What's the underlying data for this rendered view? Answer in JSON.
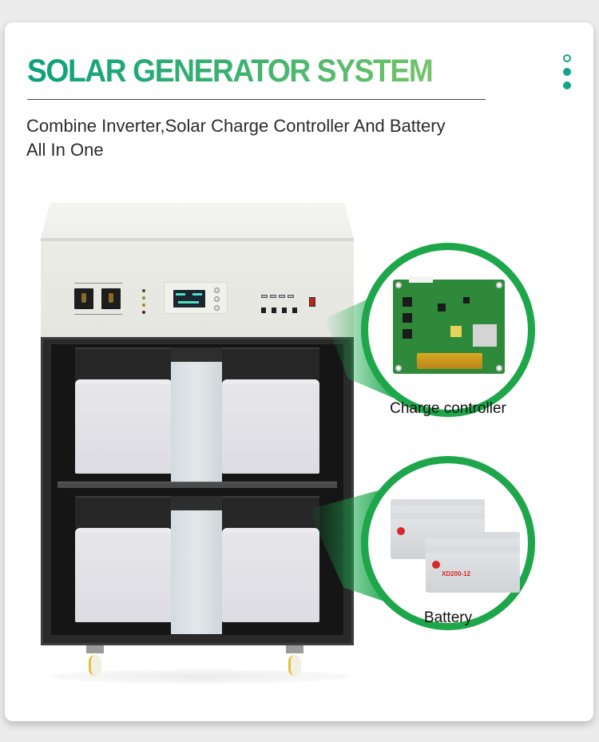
{
  "header": {
    "title": "SOLAR GENERATOR SYSTEM",
    "subtitle_line1": "Combine Inverter,Solar Charge Controller And Battery",
    "subtitle_line2": "All In One"
  },
  "pagination_dots": [
    {
      "state": "active-outline"
    },
    {
      "state": "filled"
    },
    {
      "state": "filled"
    }
  ],
  "callouts": [
    {
      "label": "Charge controller",
      "image": "charge-controller-pcb"
    },
    {
      "label": "Battery",
      "image": "battery-stack",
      "battery_model": "XD200-12"
    }
  ],
  "colors": {
    "title_gradient_start": "#0aa07c",
    "title_gradient_end": "#74c46a",
    "accent_green": "#1da64a",
    "dot_teal": "#12a486",
    "text_dark": "#2b2b2b"
  }
}
